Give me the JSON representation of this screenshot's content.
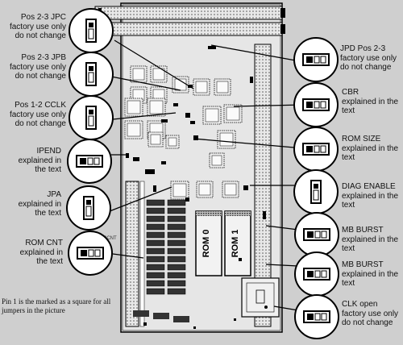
{
  "labels": {
    "jpc": {
      "line1": "Pos 2-3  JPC",
      "line2": "factory use only",
      "line3": "do not change"
    },
    "jpb": {
      "line1": "Pos 2-3  JPB",
      "line2": "factory use only",
      "line3": "do not change"
    },
    "cclk": {
      "line1": "Pos 1-2  CCLK",
      "line2": "factory use only",
      "line3": "do not change"
    },
    "ipend": {
      "line1": "IPEND",
      "line2": "explained in",
      "line3": "the text"
    },
    "jpa": {
      "line1": "JPA",
      "line2": "explained in",
      "line3": "the text"
    },
    "rom_cnt": {
      "line1": "ROM CNT",
      "line2": "explained in",
      "line3": "the text"
    },
    "jpd": {
      "line1": "JPD  Pos 2-3",
      "line2": "factory use only",
      "line3": "do not change"
    },
    "cbr": {
      "line1": "CBR",
      "line2": "explained in the",
      "line3": "text"
    },
    "rom_size": {
      "line1": "ROM SIZE",
      "line2": "explained in the",
      "line3": "text"
    },
    "diag_enable": {
      "line1": "DIAG ENABLE",
      "line2": "explained in the",
      "line3": "text"
    },
    "mb_burst_1": {
      "line1": "MB BURST",
      "line2": "explained in the",
      "line3": "text"
    },
    "mb_burst_2": {
      "line1": "MB BURST",
      "line2": "explained in the",
      "line3": "text"
    },
    "clk_open": {
      "line1": "CLK  open",
      "line2": "factory use only",
      "line3": "do not change"
    }
  },
  "board": {
    "rom0": "ROM 0",
    "rom1": "ROM 1",
    "rcnt": "RCNT"
  },
  "note": "Pin 1 is the marked as a square for all jumpers in the picture"
}
